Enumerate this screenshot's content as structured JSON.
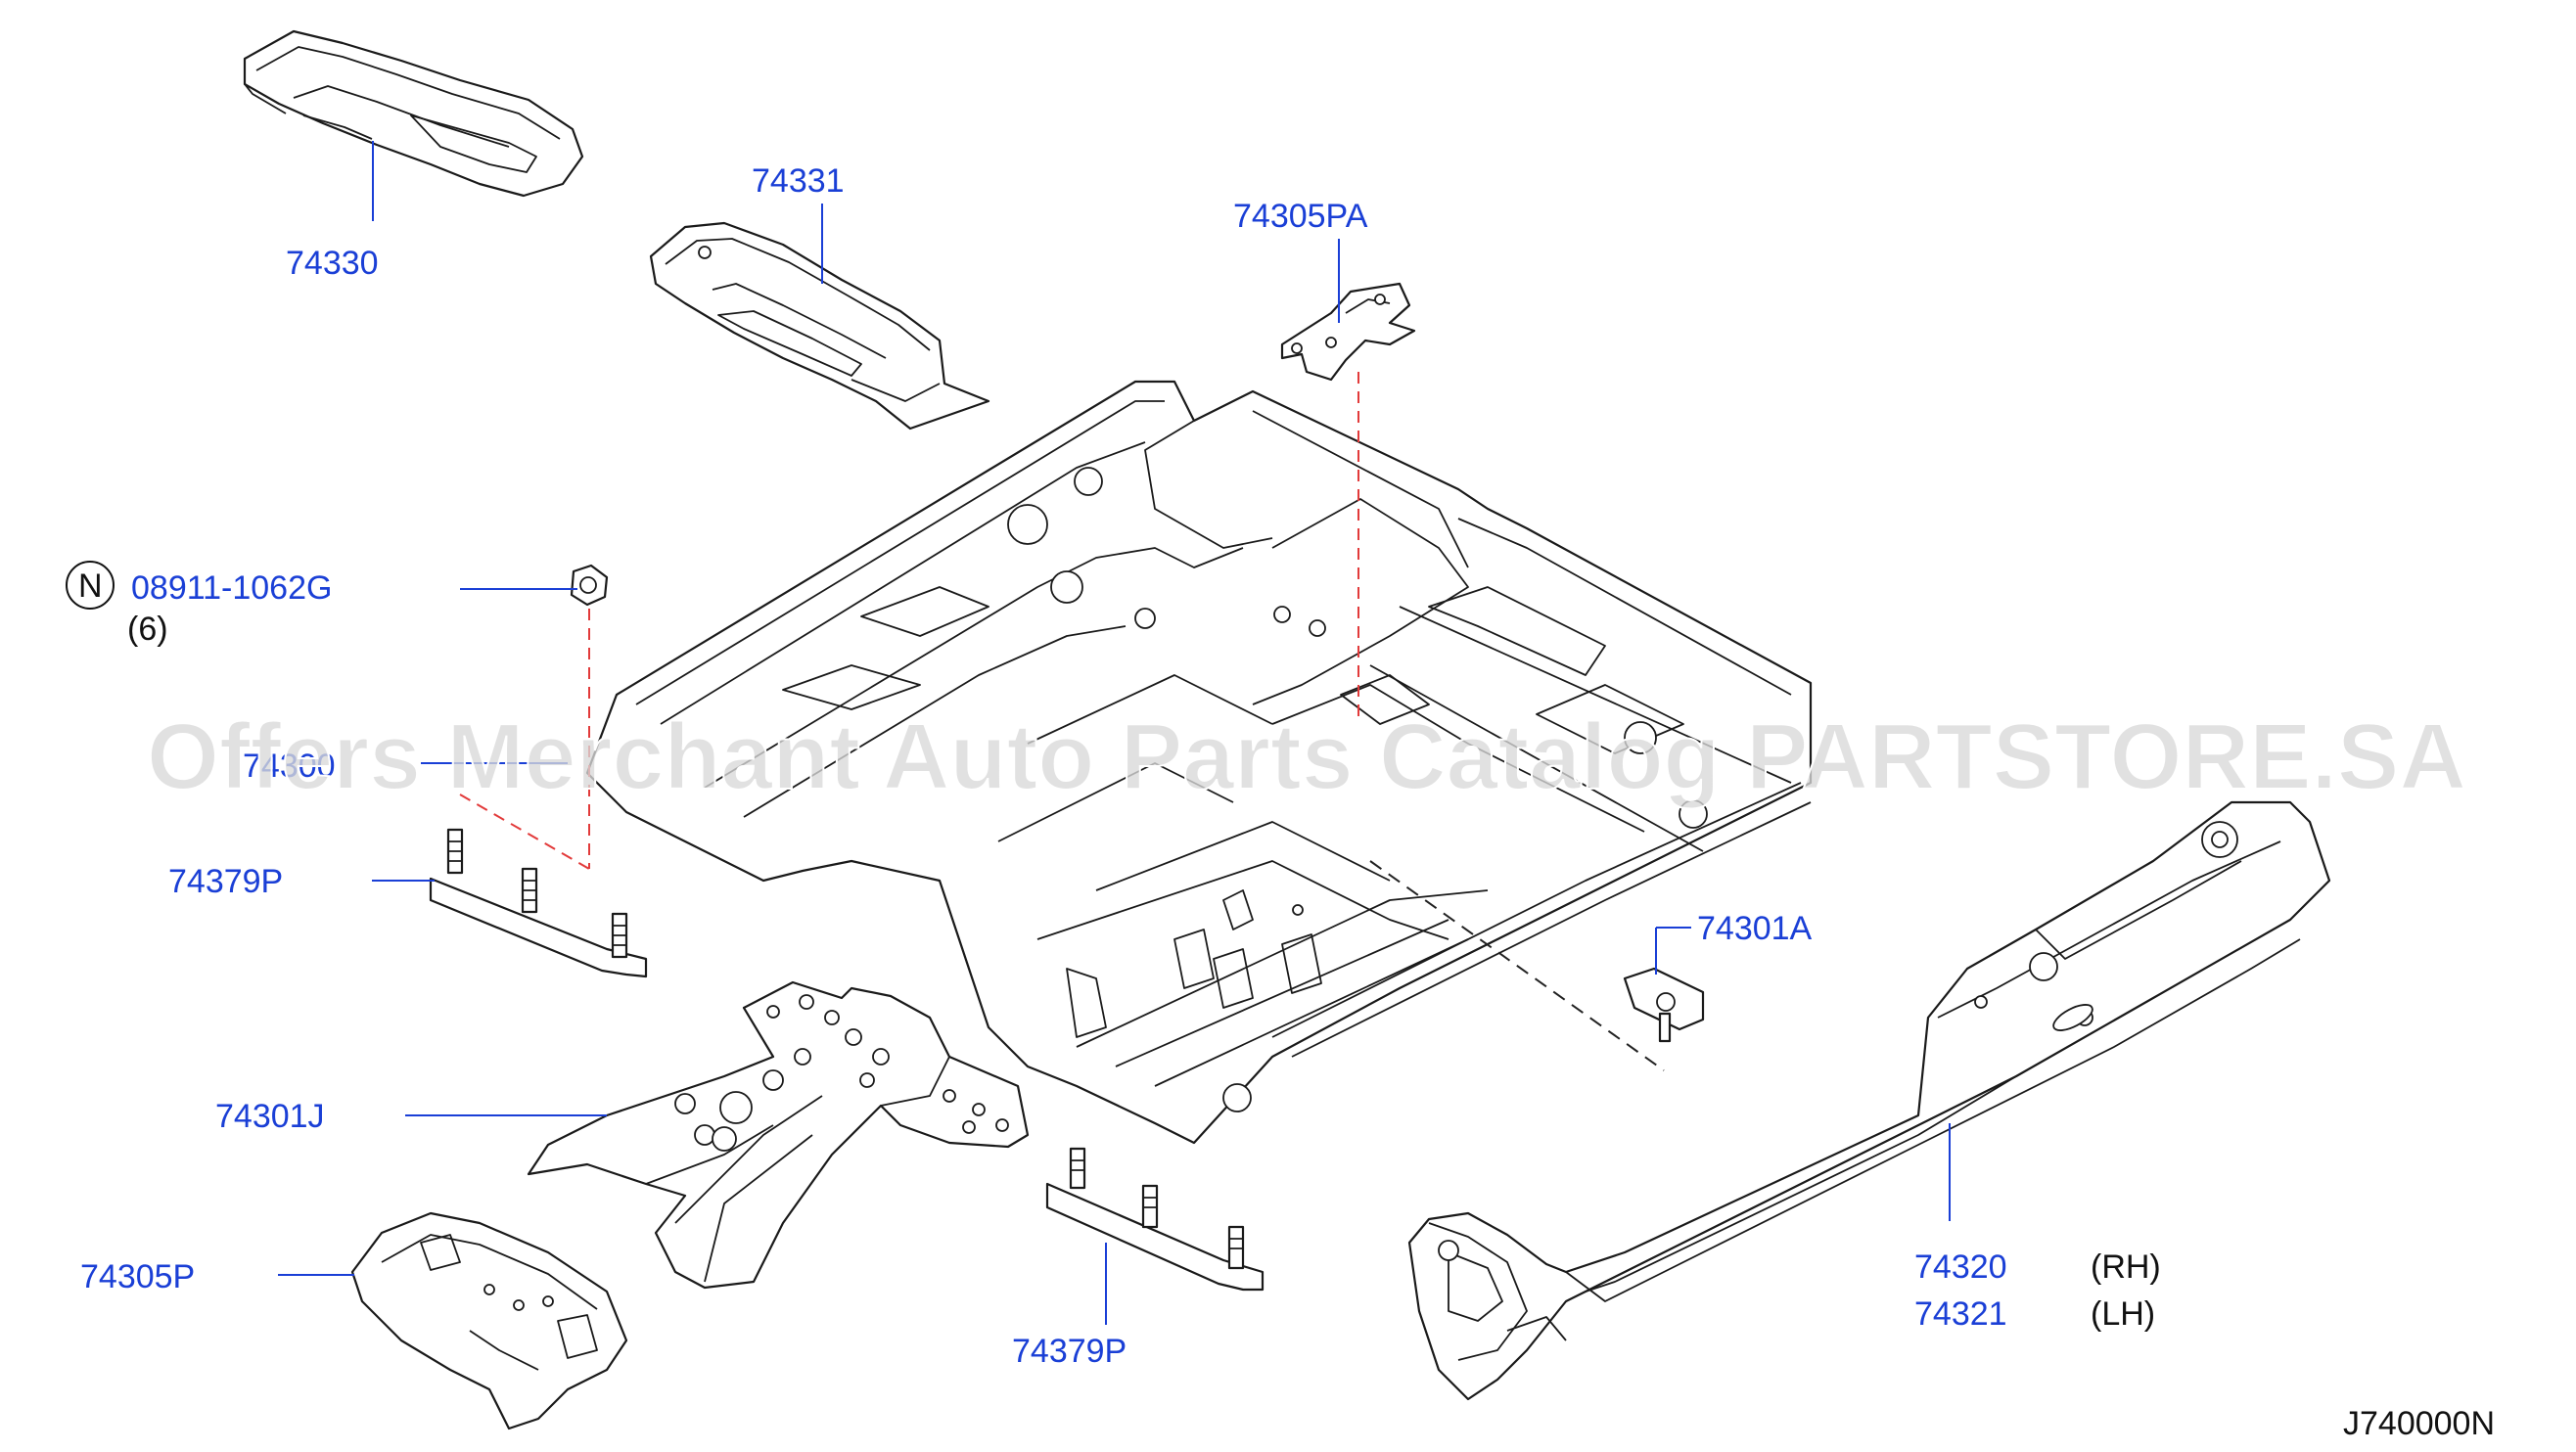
{
  "watermark": "Offers Merchant Auto Parts Catalog PARTSTORE.SA",
  "diagram_code": "J740000N",
  "parts": {
    "p74330": "74330",
    "p74331": "74331",
    "p74305PA": "74305PA",
    "nut_symbol": "N",
    "nut_part": "08911-1062G",
    "nut_qty": "(6)",
    "floor_main": "74300",
    "p74379P_left": "74379P",
    "p74301A": "74301A",
    "p74301J": "74301J",
    "p74305P": "74305P",
    "p74379P_bottom": "74379P",
    "p74320": "74320",
    "p74321": "74321",
    "rh": "(RH)",
    "lh": "(LH)"
  },
  "colors": {
    "label": "#1a3fd6",
    "leader": "#1a3fd6",
    "dash_red": "#e23a3a",
    "outline": "#1a1a1a",
    "watermark": "#d8d8d8"
  }
}
